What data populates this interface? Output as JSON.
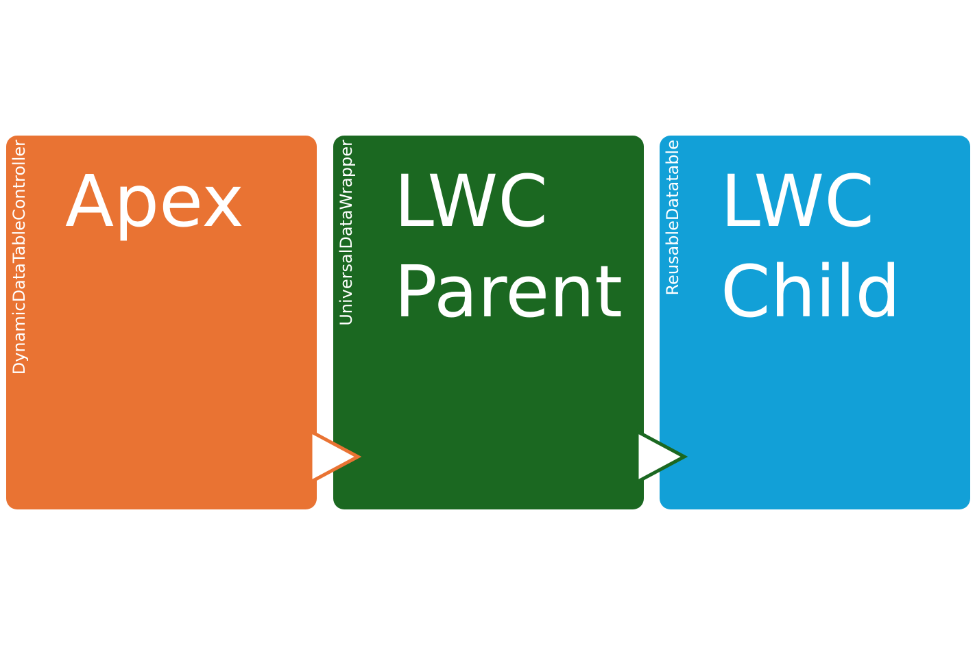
{
  "boxes": [
    {
      "title": "Apex",
      "label": "DynamicDataTableController",
      "color": "#E97333"
    },
    {
      "title": "LWC\nParent",
      "label": "UniversalDataWrapper",
      "color": "#1B6821"
    },
    {
      "title": "LWC\nChild",
      "label": "ReusableDatatable",
      "color": "#12A0D7"
    }
  ],
  "arrows": [
    {
      "from": "Apex",
      "to": "LWC Parent",
      "color": "#E97333"
    },
    {
      "from": "LWC Parent",
      "to": "LWC Child",
      "color": "#1B6821"
    }
  ]
}
